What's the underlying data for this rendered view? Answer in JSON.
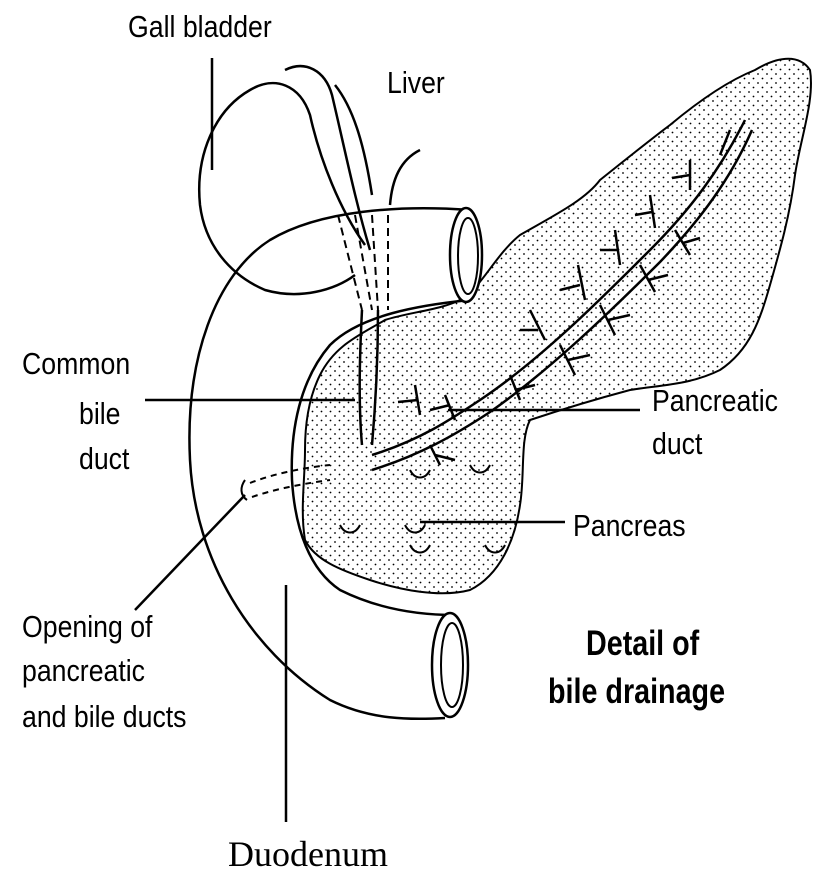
{
  "labels": {
    "gall_bladder": "Gall bladder",
    "liver": "Liver",
    "common_bile_duct": [
      "Common",
      "bile",
      "duct"
    ],
    "pancreatic_duct": [
      "Pancreatic",
      "duct"
    ],
    "pancreas": "Pancreas",
    "opening": [
      "Opening of",
      "pancreatic",
      "and bile ducts"
    ],
    "duodenum": "Duodenum"
  },
  "title": [
    "Detail of",
    "bile drainage"
  ],
  "colors": {
    "ink": "#000000",
    "background": "#ffffff"
  }
}
